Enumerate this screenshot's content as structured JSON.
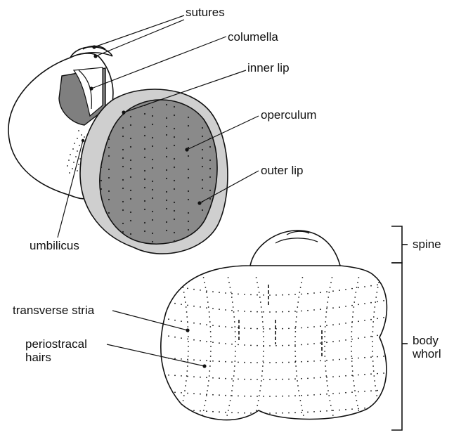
{
  "labels": {
    "sutures": "sutures",
    "columella": "columella",
    "inner_lip": "inner lip",
    "operculum": "operculum",
    "outer_lip": "outer lip",
    "umbilicus": "umbilicus",
    "spine": "spine",
    "transverse_stria": "transverse stria",
    "periostracal_hairs_line1": "periostracal",
    "periostracal_hairs_line2": "hairs",
    "body_whorl_line1": "body",
    "body_whorl_line2": "whorl"
  },
  "colors": {
    "outline": "#111111",
    "operculum_fill": "#8a8a8a",
    "lip_fill": "#cfcfcf",
    "aperture_inner_fill": "#7f7f7f",
    "background": "#ffffff"
  }
}
